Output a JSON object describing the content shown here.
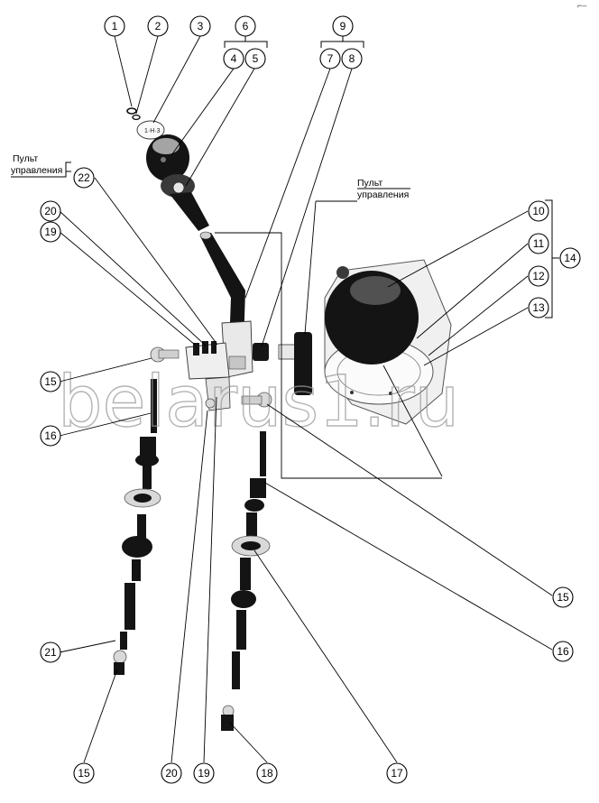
{
  "figure": {
    "callouts": [
      {
        "id": "c1",
        "label": "1"
      },
      {
        "id": "c2",
        "label": "2"
      },
      {
        "id": "c3",
        "label": "3"
      },
      {
        "id": "c4",
        "label": "4"
      },
      {
        "id": "c5",
        "label": "5"
      },
      {
        "id": "c6",
        "label": "6"
      },
      {
        "id": "c7",
        "label": "7"
      },
      {
        "id": "c8",
        "label": "8"
      },
      {
        "id": "c9",
        "label": "9"
      },
      {
        "id": "c10",
        "label": "10"
      },
      {
        "id": "c11",
        "label": "11"
      },
      {
        "id": "c12",
        "label": "12"
      },
      {
        "id": "c13",
        "label": "13"
      },
      {
        "id": "c14",
        "label": "14"
      },
      {
        "id": "c15a",
        "label": "15"
      },
      {
        "id": "c16a",
        "label": "16"
      },
      {
        "id": "c15b",
        "label": "15"
      },
      {
        "id": "c16b",
        "label": "16"
      },
      {
        "id": "c17",
        "label": "17"
      },
      {
        "id": "c18",
        "label": "18"
      },
      {
        "id": "c19a",
        "label": "19"
      },
      {
        "id": "c20a",
        "label": "20"
      },
      {
        "id": "c21",
        "label": "21"
      },
      {
        "id": "c22",
        "label": "22"
      },
      {
        "id": "c15c",
        "label": "15"
      },
      {
        "id": "c20b",
        "label": "20"
      },
      {
        "id": "c19b",
        "label": "19"
      }
    ],
    "notes": {
      "left_line1": "Пульт",
      "left_line2": "управления",
      "right_line1": "Пульт",
      "right_line2": "управления"
    },
    "watermark": "belarus1.ru",
    "corner_mark": "⌐–"
  }
}
